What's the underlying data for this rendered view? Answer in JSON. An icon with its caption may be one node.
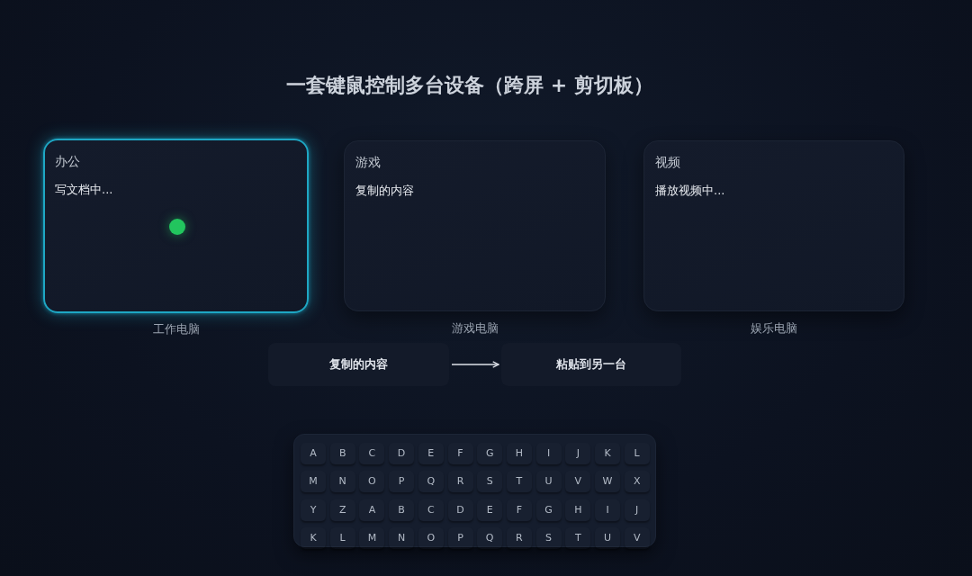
{
  "diagram": {
    "title": "一套键鼠控制多台设备（跨屏 + 剪切板）",
    "nodes": [
      {
        "text": [
          "办公",
          "写文档中..."
        ],
        "beside": [
          "工作电脑"
        ]
      },
      {
        "text": [
          "游戏",
          "复制的内容"
        ],
        "beside": [
          "游戏电脑"
        ]
      },
      {
        "text": [
          "视频",
          "播放视频中..."
        ],
        "beside": [
          "娱乐电脑"
        ]
      },
      {
        "text": [
          "复制的内容"
        ]
      },
      {
        "text": [
          "粘贴到另一台"
        ]
      },
      {
        "text": [],
        "shape": "box"
      },
      {
        "text": [
          "A"
        ],
        "in": 5
      },
      {
        "text": [
          "B"
        ],
        "in": 5
      },
      {
        "text": [
          "C"
        ],
        "in": 5
      },
      {
        "text": [
          "D"
        ],
        "in": 5
      },
      {
        "text": [
          "E"
        ],
        "in": 5
      },
      {
        "text": [
          "F"
        ],
        "in": 5
      },
      {
        "text": [
          "G"
        ],
        "in": 5
      },
      {
        "text": [
          "H"
        ],
        "in": 5
      },
      {
        "text": [
          "I"
        ],
        "in": 5
      },
      {
        "text": [
          "J"
        ],
        "in": 5
      },
      {
        "text": [
          "K"
        ],
        "in": 5
      },
      {
        "text": [
          "L"
        ],
        "in": 5
      },
      {
        "text": [
          "M"
        ],
        "in": 5
      },
      {
        "text": [
          "N"
        ],
        "in": 5
      },
      {
        "text": [
          "O"
        ],
        "in": 5
      },
      {
        "text": [
          "P"
        ],
        "in": 5
      },
      {
        "text": [
          "Q"
        ],
        "in": 5
      },
      {
        "text": [
          "R"
        ],
        "in": 5
      },
      {
        "text": [
          "S"
        ],
        "in": 5
      },
      {
        "text": [
          "T"
        ],
        "in": 5
      },
      {
        "text": [
          "U"
        ],
        "in": 5
      },
      {
        "text": [
          "V"
        ],
        "in": 5
      },
      {
        "text": [
          "W"
        ],
        "in": 5
      },
      {
        "text": [
          "X"
        ],
        "in": 5
      },
      {
        "text": [
          "Y"
        ],
        "in": 5
      },
      {
        "text": [
          "Z"
        ],
        "in": 5
      },
      {
        "text": [
          "A"
        ],
        "in": 5
      },
      {
        "text": [
          "B"
        ],
        "in": 5
      },
      {
        "text": [
          "C"
        ],
        "in": 5
      },
      {
        "text": [
          "D"
        ],
        "in": 5
      },
      {
        "text": [
          "E"
        ],
        "in": 5
      },
      {
        "text": [
          "F"
        ],
        "in": 5
      },
      {
        "text": [
          "G"
        ],
        "in": 5
      },
      {
        "text": [
          "H"
        ],
        "in": 5
      },
      {
        "text": [
          "I"
        ],
        "in": 5
      },
      {
        "text": [
          "J"
        ],
        "in": 5
      },
      {
        "text": [
          "K"
        ],
        "in": 5
      },
      {
        "text": [
          "L"
        ],
        "in": 5
      },
      {
        "text": [
          "M"
        ],
        "in": 5
      },
      {
        "text": [
          "N"
        ],
        "in": 5
      },
      {
        "text": [
          "O"
        ],
        "in": 5
      },
      {
        "text": [
          "P"
        ],
        "in": 5
      },
      {
        "text": [
          "Q"
        ],
        "in": 5
      },
      {
        "text": [
          "R"
        ],
        "in": 5
      },
      {
        "text": [
          "S"
        ],
        "in": 5
      },
      {
        "text": [
          "T"
        ],
        "in": 5
      },
      {
        "text": [
          "U"
        ],
        "in": 5
      },
      {
        "text": [
          "V"
        ],
        "in": 5
      }
    ],
    "edges": [
      {
        "from": 3,
        "to": 4,
        "arrow": "to"
      }
    ]
  }
}
